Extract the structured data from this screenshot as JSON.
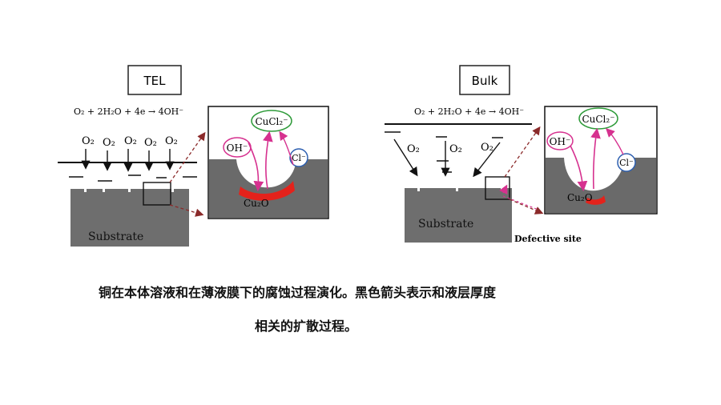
{
  "panels": {
    "tel": {
      "title": "TEL",
      "reaction": "O₂ + 2H₂O + 4e → 4OH⁻",
      "oxygen_label": "O₂",
      "substrate_label": "Substrate",
      "zoom": {
        "hydroxide": "OH⁻",
        "cucl2": "CuCl₂⁻",
        "chloride": "Cl⁻",
        "oxide": "Cu₂O"
      }
    },
    "bulk": {
      "title": "Bulk",
      "reaction": "O₂ + 2H₂O + 4e → 4OH⁻",
      "oxygen_label": "O₂",
      "substrate_label": "Substrate",
      "defect_label": "Defective site",
      "zoom": {
        "hydroxide": "OH⁻",
        "cucl2": "CuCl₂⁻",
        "chloride": "Cl⁻",
        "oxide": "Cu₂O"
      }
    }
  },
  "caption": {
    "line1": "铜在本体溶液和在薄液膜下的腐蚀过程演化。黑色箭头表示和液层厚度",
    "line2": "相关的扩散过程。"
  },
  "colors": {
    "substrate": "#6e6e6e",
    "pit_fill": "#6a6a6a",
    "hydroxide": "#d6318f",
    "cucl2": "#2f9b3a",
    "chloride": "#2d5fb0",
    "oxide": "#e4221b",
    "dashed_arrow": "#8b2a2a"
  }
}
